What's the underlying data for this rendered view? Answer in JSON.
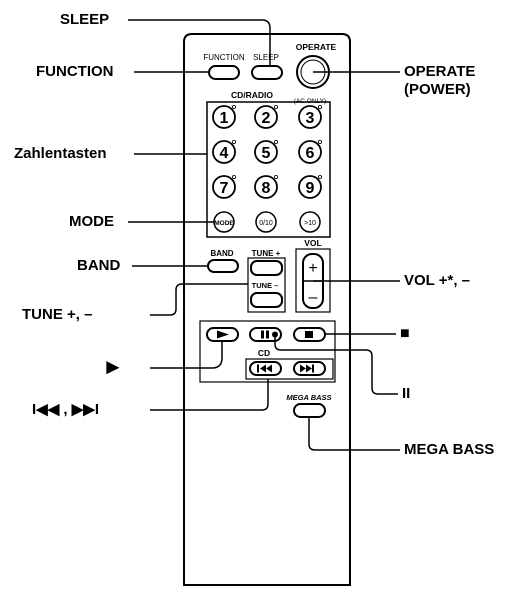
{
  "callouts": {
    "sleep": "SLEEP",
    "function": "FUNCTION",
    "zahlentasten": "Zahlentasten",
    "mode": "MODE",
    "band": "BAND",
    "tune": "TUNE +, –",
    "play": "►",
    "prev_next": "I◀◀ , ▶▶I",
    "operate_line1": "OPERATE",
    "operate_line2": "(POWER)",
    "vol": "VOL +*, –",
    "stop": "■",
    "pause": "II",
    "mega_bass": "MEGA BASS"
  },
  "remote": {
    "function_label": "FUNCTION",
    "sleep_label": "SLEEP",
    "operate_label": "OPERATE",
    "cd_radio_label": "CD/RADIO",
    "ac_only_label": "(AC ONLY)",
    "keys": [
      "1",
      "2",
      "3",
      "4",
      "5",
      "6",
      "7",
      "8",
      "9"
    ],
    "mode_key": "MODE",
    "key_0_10": "0/10",
    "key_gt10": ">10",
    "band_label": "BAND",
    "tune_plus_label": "TUNE +",
    "tune_minus_label": "TUNE –",
    "vol_label": "VOL",
    "vol_plus": "+",
    "vol_minus": "–",
    "cd_label": "CD",
    "mega_bass_label": "MEGA BASS"
  }
}
